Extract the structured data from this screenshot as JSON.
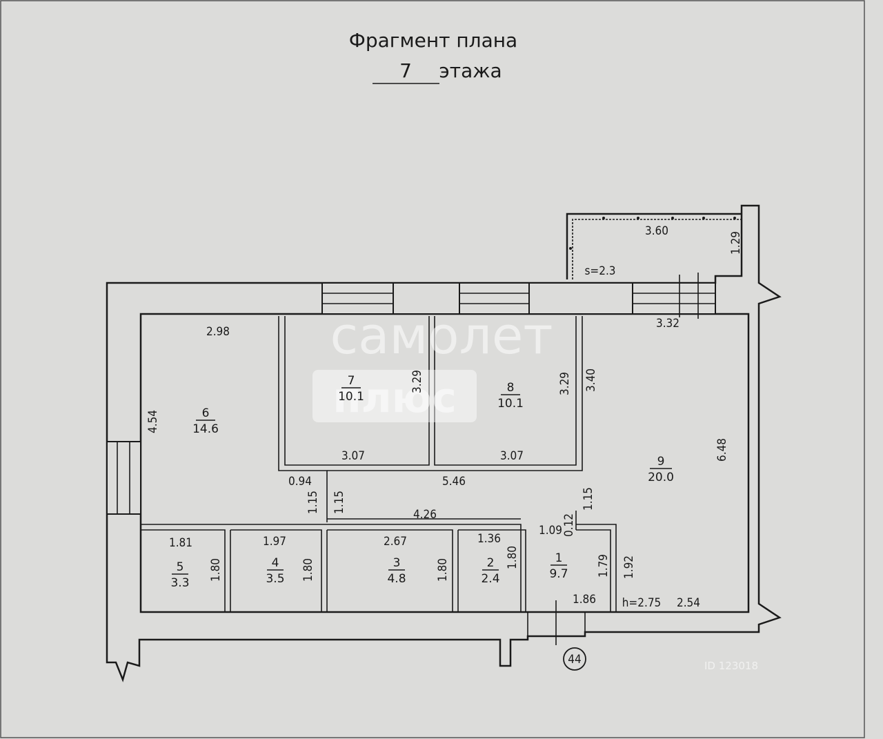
{
  "title": {
    "line1": "Фрагмент плана",
    "floor_number": "7",
    "line2_suffix": "этажа"
  },
  "axis_marker": "44",
  "watermark": {
    "brand_line1": "самолет",
    "brand_line2": "плюс",
    "corner_text": "ID 123018"
  },
  "rooms": [
    {
      "no": "1",
      "area": "9.7"
    },
    {
      "no": "2",
      "area": "2.4"
    },
    {
      "no": "3",
      "area": "4.8"
    },
    {
      "no": "4",
      "area": "3.5"
    },
    {
      "no": "5",
      "area": "3.3"
    },
    {
      "no": "6",
      "area": "14.6"
    },
    {
      "no": "7",
      "area": "10.1"
    },
    {
      "no": "8",
      "area": "10.1"
    },
    {
      "no": "9",
      "area": "20.0"
    }
  ],
  "balcony": {
    "area_label": "s=2.3",
    "width": "3.60",
    "depth": "1.29"
  },
  "height_label": "h=2.75",
  "dimensions": {
    "d298": "2.98",
    "d454": "4.54",
    "d307a": "3.07",
    "d307b": "3.07",
    "d329a": "3.29",
    "d329b": "3.29",
    "d340": "3.40",
    "d332": "3.32",
    "d648": "6.48",
    "d094": "0.94",
    "d115a": "1.15",
    "d115b": "1.15",
    "d115c": "1.15",
    "d546": "5.46",
    "d426": "4.26",
    "d181": "1.81",
    "d197": "1.97",
    "d267": "2.67",
    "d136": "1.36",
    "d109": "1.09",
    "d012": "0.12",
    "d180a": "1.80",
    "d180b": "1.80",
    "d180c": "1.80",
    "d180d": "1.80",
    "d179": "1.79",
    "d192": "1.92",
    "d186": "1.86",
    "d254": "2.54"
  }
}
